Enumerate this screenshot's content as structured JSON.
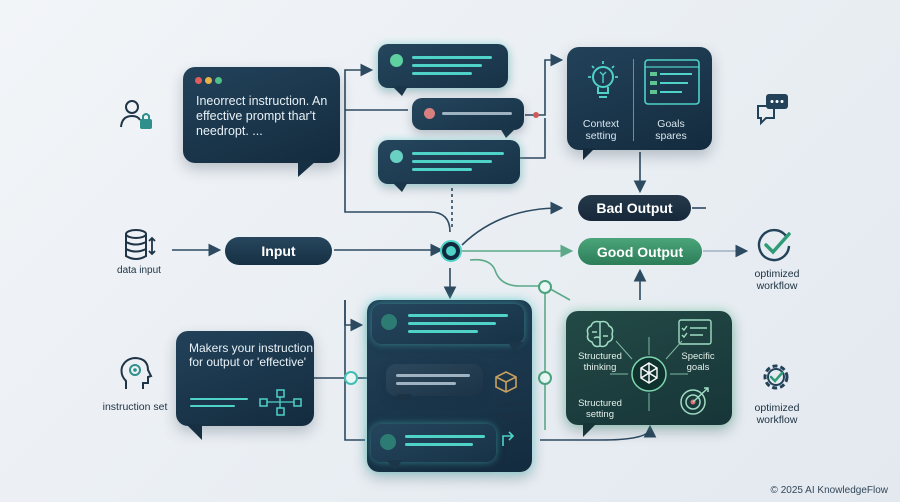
{
  "top_bubble": {
    "text": "Ineorrect instruction. An effective prompt thar't needropt. ..."
  },
  "bottom_bubble": {
    "text": "Makers your instruction for output or 'effective'"
  },
  "context_panel": {
    "left_label": "Context setting",
    "right_label": "Goals spares"
  },
  "bad_output": {
    "label": "Bad Output"
  },
  "good_output": {
    "label": "Good Output"
  },
  "input_pill": {
    "label": "Input"
  },
  "left_labels": {
    "data_input": "data input",
    "instruction_set": "instruction set"
  },
  "right_labels": {
    "optimized_workflow_1": "optimized workflow",
    "optimized_workflow_2": "optimized workflow"
  },
  "middle_small": {
    "context_setting": "Context setting"
  },
  "structured_panel": {
    "structured_thinking": "Structured thinking",
    "specific_goals": "Specific goals",
    "structured_setting": "Structured setting"
  },
  "footer": {
    "copyright": "© 2025 AI KnowledgeFlow"
  },
  "colors": {
    "accent_teal": "#4fd2c8",
    "good_green": "#3a8f6a",
    "dark_panel": "#1b3448",
    "bad_pill": "#1f3345"
  }
}
